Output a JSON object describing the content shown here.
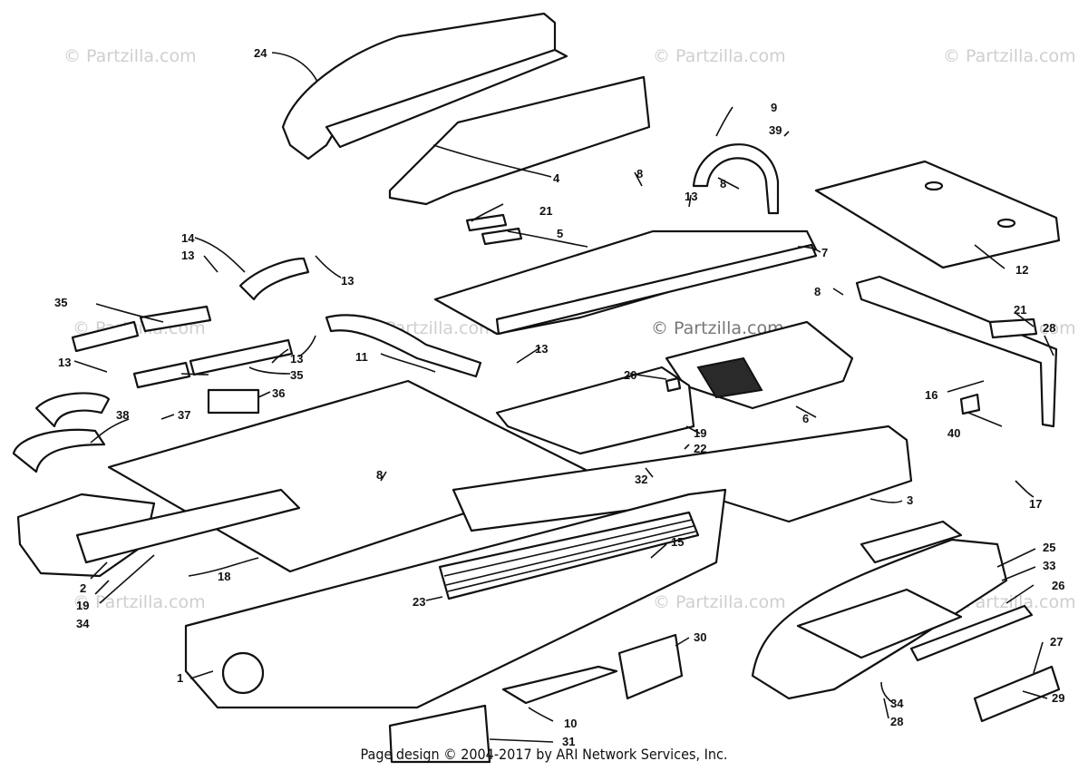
{
  "watermark": "© Partzilla.com",
  "footer": "Page design © 2004-2017 by ARI Network Services, Inc.",
  "callouts": [
    {
      "id": "c1",
      "label": "1"
    },
    {
      "id": "c2",
      "label": "2"
    },
    {
      "id": "c3",
      "label": "3"
    },
    {
      "id": "c4",
      "label": "4"
    },
    {
      "id": "c5",
      "label": "5"
    },
    {
      "id": "c6",
      "label": "6"
    },
    {
      "id": "c7",
      "label": "7"
    },
    {
      "id": "c8a",
      "label": "8"
    },
    {
      "id": "c8b",
      "label": "8"
    },
    {
      "id": "c8c",
      "label": "8"
    },
    {
      "id": "c8d",
      "label": "8"
    },
    {
      "id": "c9",
      "label": "9"
    },
    {
      "id": "c10",
      "label": "10"
    },
    {
      "id": "c11",
      "label": "11"
    },
    {
      "id": "c12",
      "label": "12"
    },
    {
      "id": "c13a",
      "label": "13"
    },
    {
      "id": "c13b",
      "label": "13"
    },
    {
      "id": "c13c",
      "label": "13"
    },
    {
      "id": "c13d",
      "label": "13"
    },
    {
      "id": "c13e",
      "label": "13"
    },
    {
      "id": "c13f",
      "label": "13"
    },
    {
      "id": "c14",
      "label": "14"
    },
    {
      "id": "c15",
      "label": "15"
    },
    {
      "id": "c16",
      "label": "16"
    },
    {
      "id": "c17",
      "label": "17"
    },
    {
      "id": "c18",
      "label": "18"
    },
    {
      "id": "c19a",
      "label": "19"
    },
    {
      "id": "c19b",
      "label": "19"
    },
    {
      "id": "c20",
      "label": "20"
    },
    {
      "id": "c21a",
      "label": "21"
    },
    {
      "id": "c21b",
      "label": "21"
    },
    {
      "id": "c22",
      "label": "22"
    },
    {
      "id": "c23",
      "label": "23"
    },
    {
      "id": "c24",
      "label": "24"
    },
    {
      "id": "c25",
      "label": "25"
    },
    {
      "id": "c26",
      "label": "26"
    },
    {
      "id": "c27",
      "label": "27"
    },
    {
      "id": "c28a",
      "label": "28"
    },
    {
      "id": "c28b",
      "label": "28"
    },
    {
      "id": "c29",
      "label": "29"
    },
    {
      "id": "c30",
      "label": "30"
    },
    {
      "id": "c31",
      "label": "31"
    },
    {
      "id": "c32",
      "label": "32"
    },
    {
      "id": "c33",
      "label": "33"
    },
    {
      "id": "c34a",
      "label": "34"
    },
    {
      "id": "c34b",
      "label": "34"
    },
    {
      "id": "c35a",
      "label": "35"
    },
    {
      "id": "c35b",
      "label": "35"
    },
    {
      "id": "c36",
      "label": "36"
    },
    {
      "id": "c37",
      "label": "37"
    },
    {
      "id": "c38",
      "label": "38"
    },
    {
      "id": "c39",
      "label": "39"
    },
    {
      "id": "c40",
      "label": "40"
    }
  ]
}
